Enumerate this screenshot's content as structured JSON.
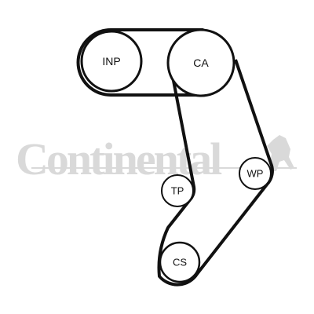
{
  "watermark": {
    "brand": "Continental",
    "color": "#d9d9d9"
  },
  "belt_color": "#111111",
  "pulleys": [
    {
      "id": "inp",
      "label": "INP"
    },
    {
      "id": "ca",
      "label": "CA"
    },
    {
      "id": "wp",
      "label": "WP"
    },
    {
      "id": "tp",
      "label": "TP"
    },
    {
      "id": "cs",
      "label": "CS"
    }
  ]
}
